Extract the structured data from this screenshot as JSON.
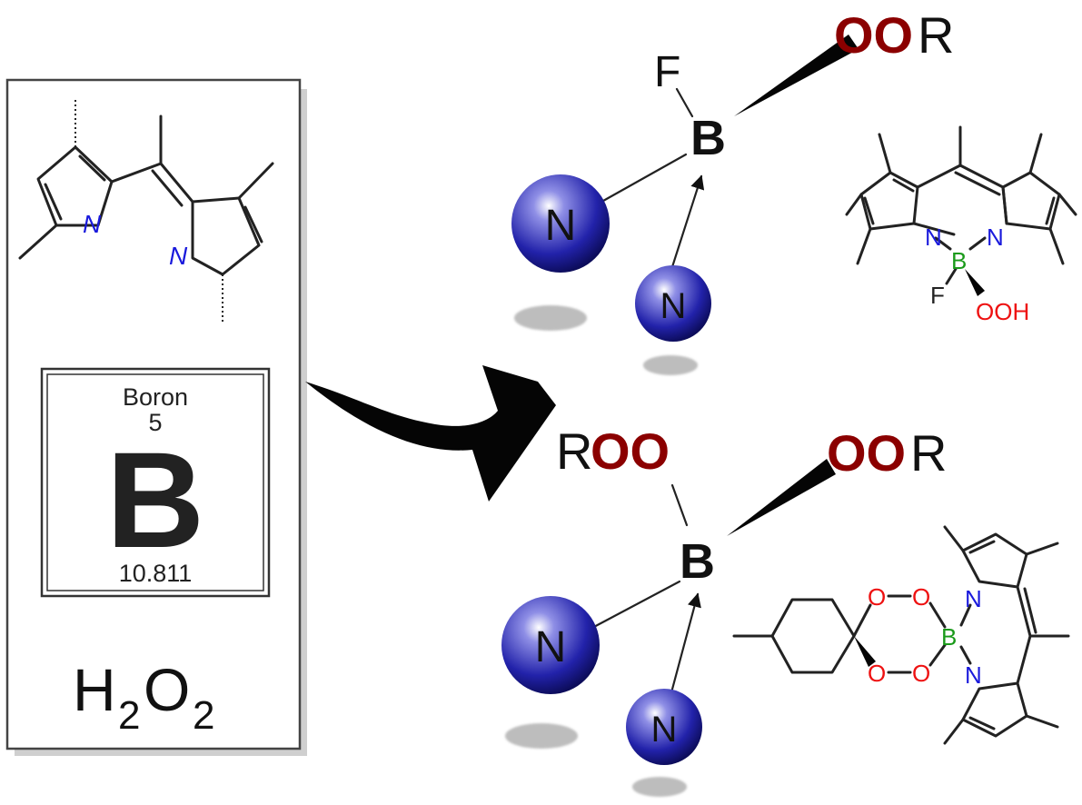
{
  "reagent_box": {
    "element_card": {
      "name": "Boron",
      "atomic_number": "5",
      "symbol": "B",
      "atomic_mass": "10.811"
    },
    "reagent": {
      "h": "H",
      "h_sub": "2",
      "o": "O",
      "o_sub": "2"
    },
    "dipyrrin_atoms": {
      "n1": "N",
      "n2": "N"
    }
  },
  "top_complex": {
    "f_label": "F",
    "b_label": "B",
    "oor_o": "OO",
    "oor_r": "R",
    "n_large": "N",
    "n_small": "N",
    "structure": {
      "n_left": "N",
      "n_right": "N",
      "b": "B",
      "f": "F",
      "ooh": "OOH"
    }
  },
  "bottom_complex": {
    "roo_r": "R",
    "roo_o": "OO",
    "b_label": "B",
    "oor_o": "OO",
    "oor_r": "R",
    "n_large": "N",
    "n_small": "N",
    "structure": {
      "n_top": "N",
      "n_bottom": "N",
      "b": "B",
      "o1": "O",
      "o2": "O",
      "o3": "O",
      "o4": "O"
    }
  },
  "colors": {
    "peroxide_o": "#8b0000",
    "nitrogen": "#1a1adc",
    "boron_green": "#1a9a1a",
    "oxygen_red": "#ee1111",
    "sphere_blue": "#1c1ca8"
  }
}
